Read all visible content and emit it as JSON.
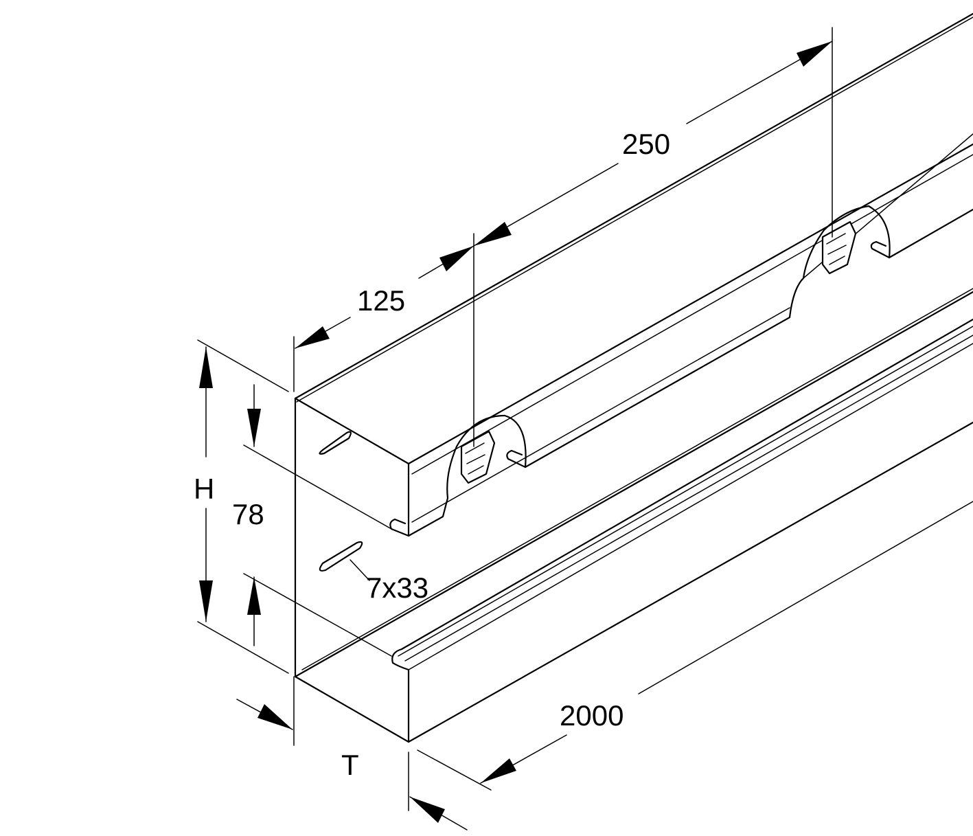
{
  "labels": {
    "height_symbol": "H",
    "depth_symbol": "T",
    "inner_height": "78",
    "slot_size": "7x33",
    "pitch_first": "125",
    "pitch": "250",
    "length": "2000"
  }
}
